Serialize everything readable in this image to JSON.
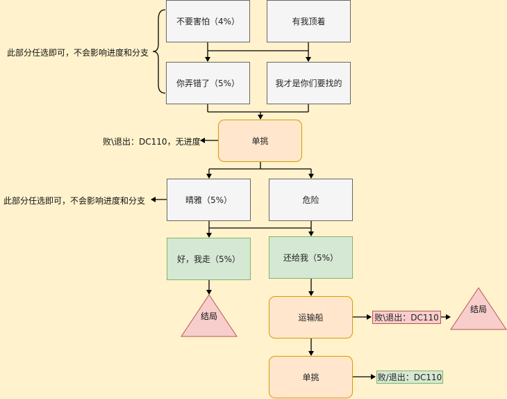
{
  "nodes": {
    "n1": "不要害怕（4%）",
    "n2": "有我顶着",
    "n3": "你弄错了（5%）",
    "n4": "我才是你们要找的",
    "duel1": "单挑",
    "n5": "晴雅（5%）",
    "n6": "危险",
    "n7": "好，我走（5%）",
    "n8": "还给我（5%）",
    "ship": "运输船",
    "duel2": "单挑",
    "ending1": "结局",
    "ending2": "结局"
  },
  "labels": {
    "optional_top": "此部分任选即可，不会影响进度和分支",
    "optional_mid": "此部分任选即可，不会影响进度和分支",
    "fail_duel1": "败\\退出：DC110，无进度",
    "fail_ship": "败\\退出：DC110",
    "fail_duel2": "败/退出：DC110"
  },
  "colors": {
    "gray_fill": "#f5f5f5",
    "orange_fill": "#ffe6cc",
    "green_fill": "#d5e8d4",
    "red_fill": "#f8cecc",
    "background": "#fff2cc"
  }
}
